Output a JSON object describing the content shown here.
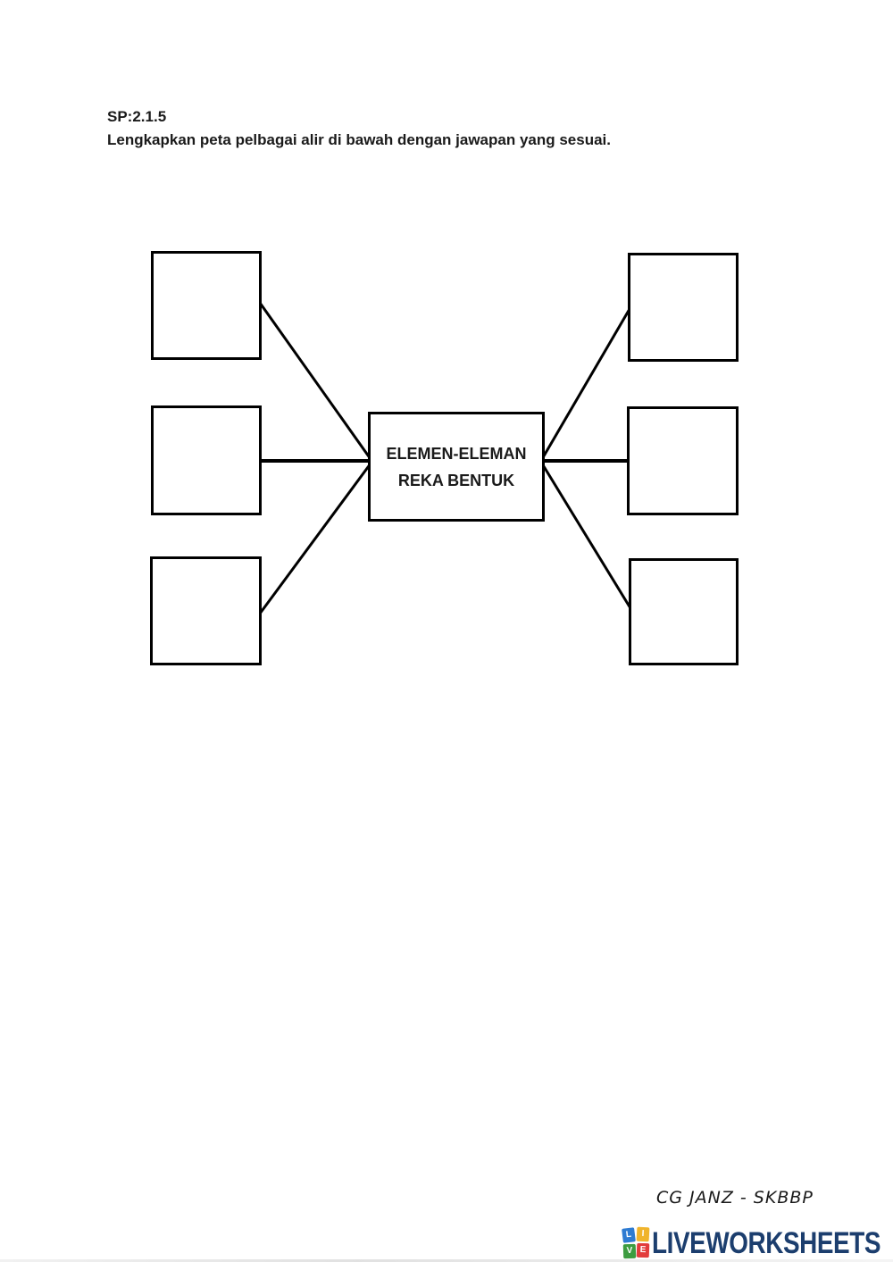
{
  "header": {
    "code": "SP:2.1.5",
    "instruction": "Lengkapkan peta pelbagai alir di bawah dengan jawapan yang sesuai."
  },
  "diagram": {
    "center_box": {
      "line1": "ELEMEN-ELEMAN",
      "line2": "REKA BENTUK"
    },
    "answer_boxes": [
      {
        "position": "left-top",
        "value": ""
      },
      {
        "position": "left-middle",
        "value": ""
      },
      {
        "position": "left-bottom",
        "value": ""
      },
      {
        "position": "right-top",
        "value": ""
      },
      {
        "position": "right-middle",
        "value": ""
      },
      {
        "position": "right-bottom",
        "value": ""
      }
    ]
  },
  "footer": {
    "signature": "CG JANZ - SKBBP",
    "logo": {
      "wordmark": "LIVEWORKSHEETS",
      "wordmark_color": "#1c3e6e",
      "tiles": [
        {
          "letter": "L",
          "color": "#2e7bd2"
        },
        {
          "letter": "I",
          "color": "#f0b42c"
        },
        {
          "letter": "V",
          "color": "#3d9c40"
        },
        {
          "letter": "E",
          "color": "#e23c3c"
        }
      ]
    }
  }
}
